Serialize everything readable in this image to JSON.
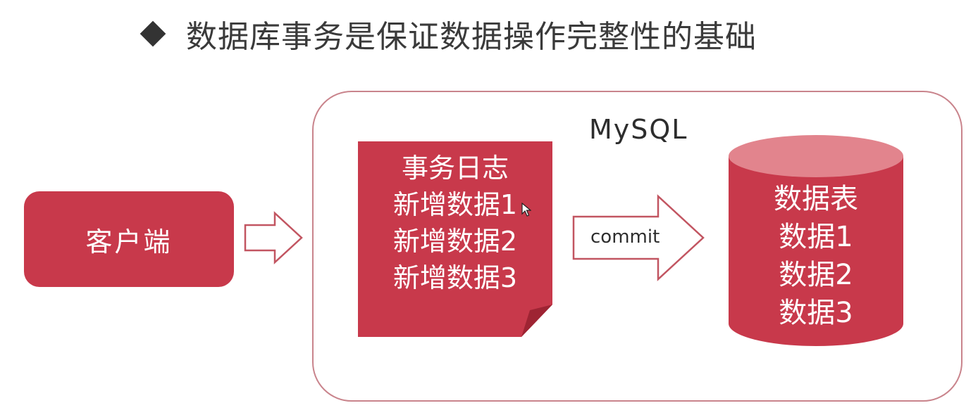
{
  "title": {
    "text": "数据库事务是保证数据操作完整性的基础"
  },
  "client": {
    "label": "客户端"
  },
  "mysql": {
    "label": "MySQL"
  },
  "transaction_log": {
    "lines": [
      "事务日志",
      "新增数据1",
      "新增数据2",
      "新增数据3"
    ]
  },
  "commit": {
    "label": "commit"
  },
  "data_table": {
    "lines": [
      "数据表",
      "数据1",
      "数据2",
      "数据3"
    ]
  },
  "colors": {
    "accent": "#c8394b",
    "accent_light": "#e2848d",
    "border": "#c9848c",
    "arrow_stroke": "#c25561",
    "text_dark": "#333333"
  },
  "icons": {
    "title_bullet": "diamond-bullet-icon",
    "client_arrow": "right-arrow-icon",
    "commit_arrow": "right-arrow-icon",
    "cursor": "mouse-pointer-icon"
  }
}
